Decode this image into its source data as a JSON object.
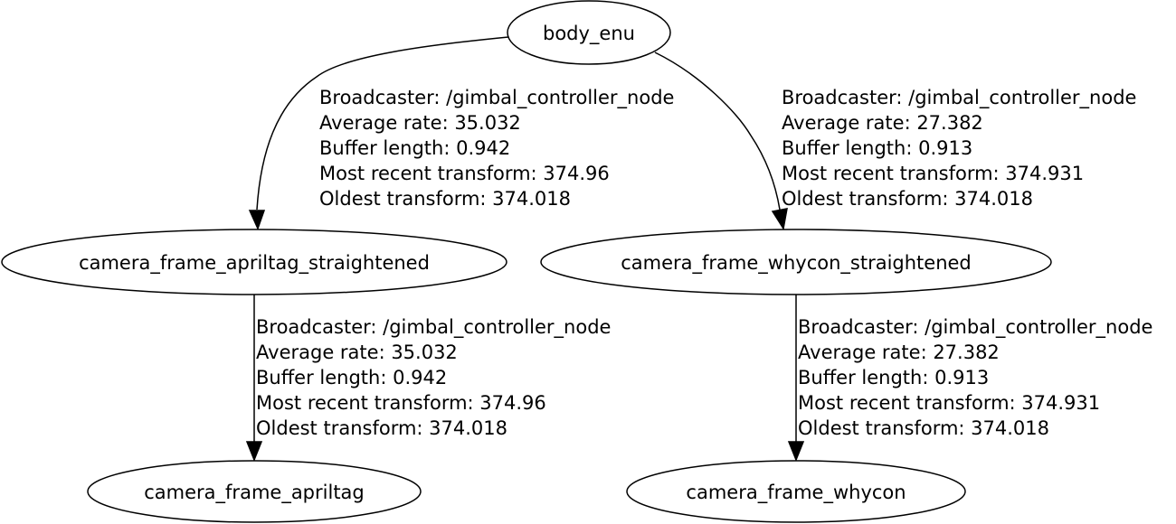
{
  "nodes": {
    "body_enu": "body_enu",
    "camera_frame_apriltag_straightened": "camera_frame_apriltag_straightened",
    "camera_frame_whycon_straightened": "camera_frame_whycon_straightened",
    "camera_frame_apriltag": "camera_frame_apriltag",
    "camera_frame_whycon": "camera_frame_whycon"
  },
  "edges": [
    {
      "from": "body_enu",
      "to": "camera_frame_apriltag_straightened",
      "broadcaster": "Broadcaster: /gimbal_controller_node",
      "average_rate": "Average rate: 35.032",
      "buffer_length": "Buffer length: 0.942",
      "most_recent_transform": "Most recent transform: 374.96",
      "oldest_transform": "Oldest transform: 374.018"
    },
    {
      "from": "body_enu",
      "to": "camera_frame_whycon_straightened",
      "broadcaster": "Broadcaster: /gimbal_controller_node",
      "average_rate": "Average rate: 27.382",
      "buffer_length": "Buffer length: 0.913",
      "most_recent_transform": "Most recent transform: 374.931",
      "oldest_transform": "Oldest transform: 374.018"
    },
    {
      "from": "camera_frame_apriltag_straightened",
      "to": "camera_frame_apriltag",
      "broadcaster": "Broadcaster: /gimbal_controller_node",
      "average_rate": "Average rate: 35.032",
      "buffer_length": "Buffer length: 0.942",
      "most_recent_transform": "Most recent transform: 374.96",
      "oldest_transform": "Oldest transform: 374.018"
    },
    {
      "from": "camera_frame_whycon_straightened",
      "to": "camera_frame_whycon",
      "broadcaster": "Broadcaster: /gimbal_controller_node",
      "average_rate": "Average rate: 27.382",
      "buffer_length": "Buffer length: 0.913",
      "most_recent_transform": "Most recent transform: 374.931",
      "oldest_transform": "Oldest transform: 374.018"
    }
  ]
}
